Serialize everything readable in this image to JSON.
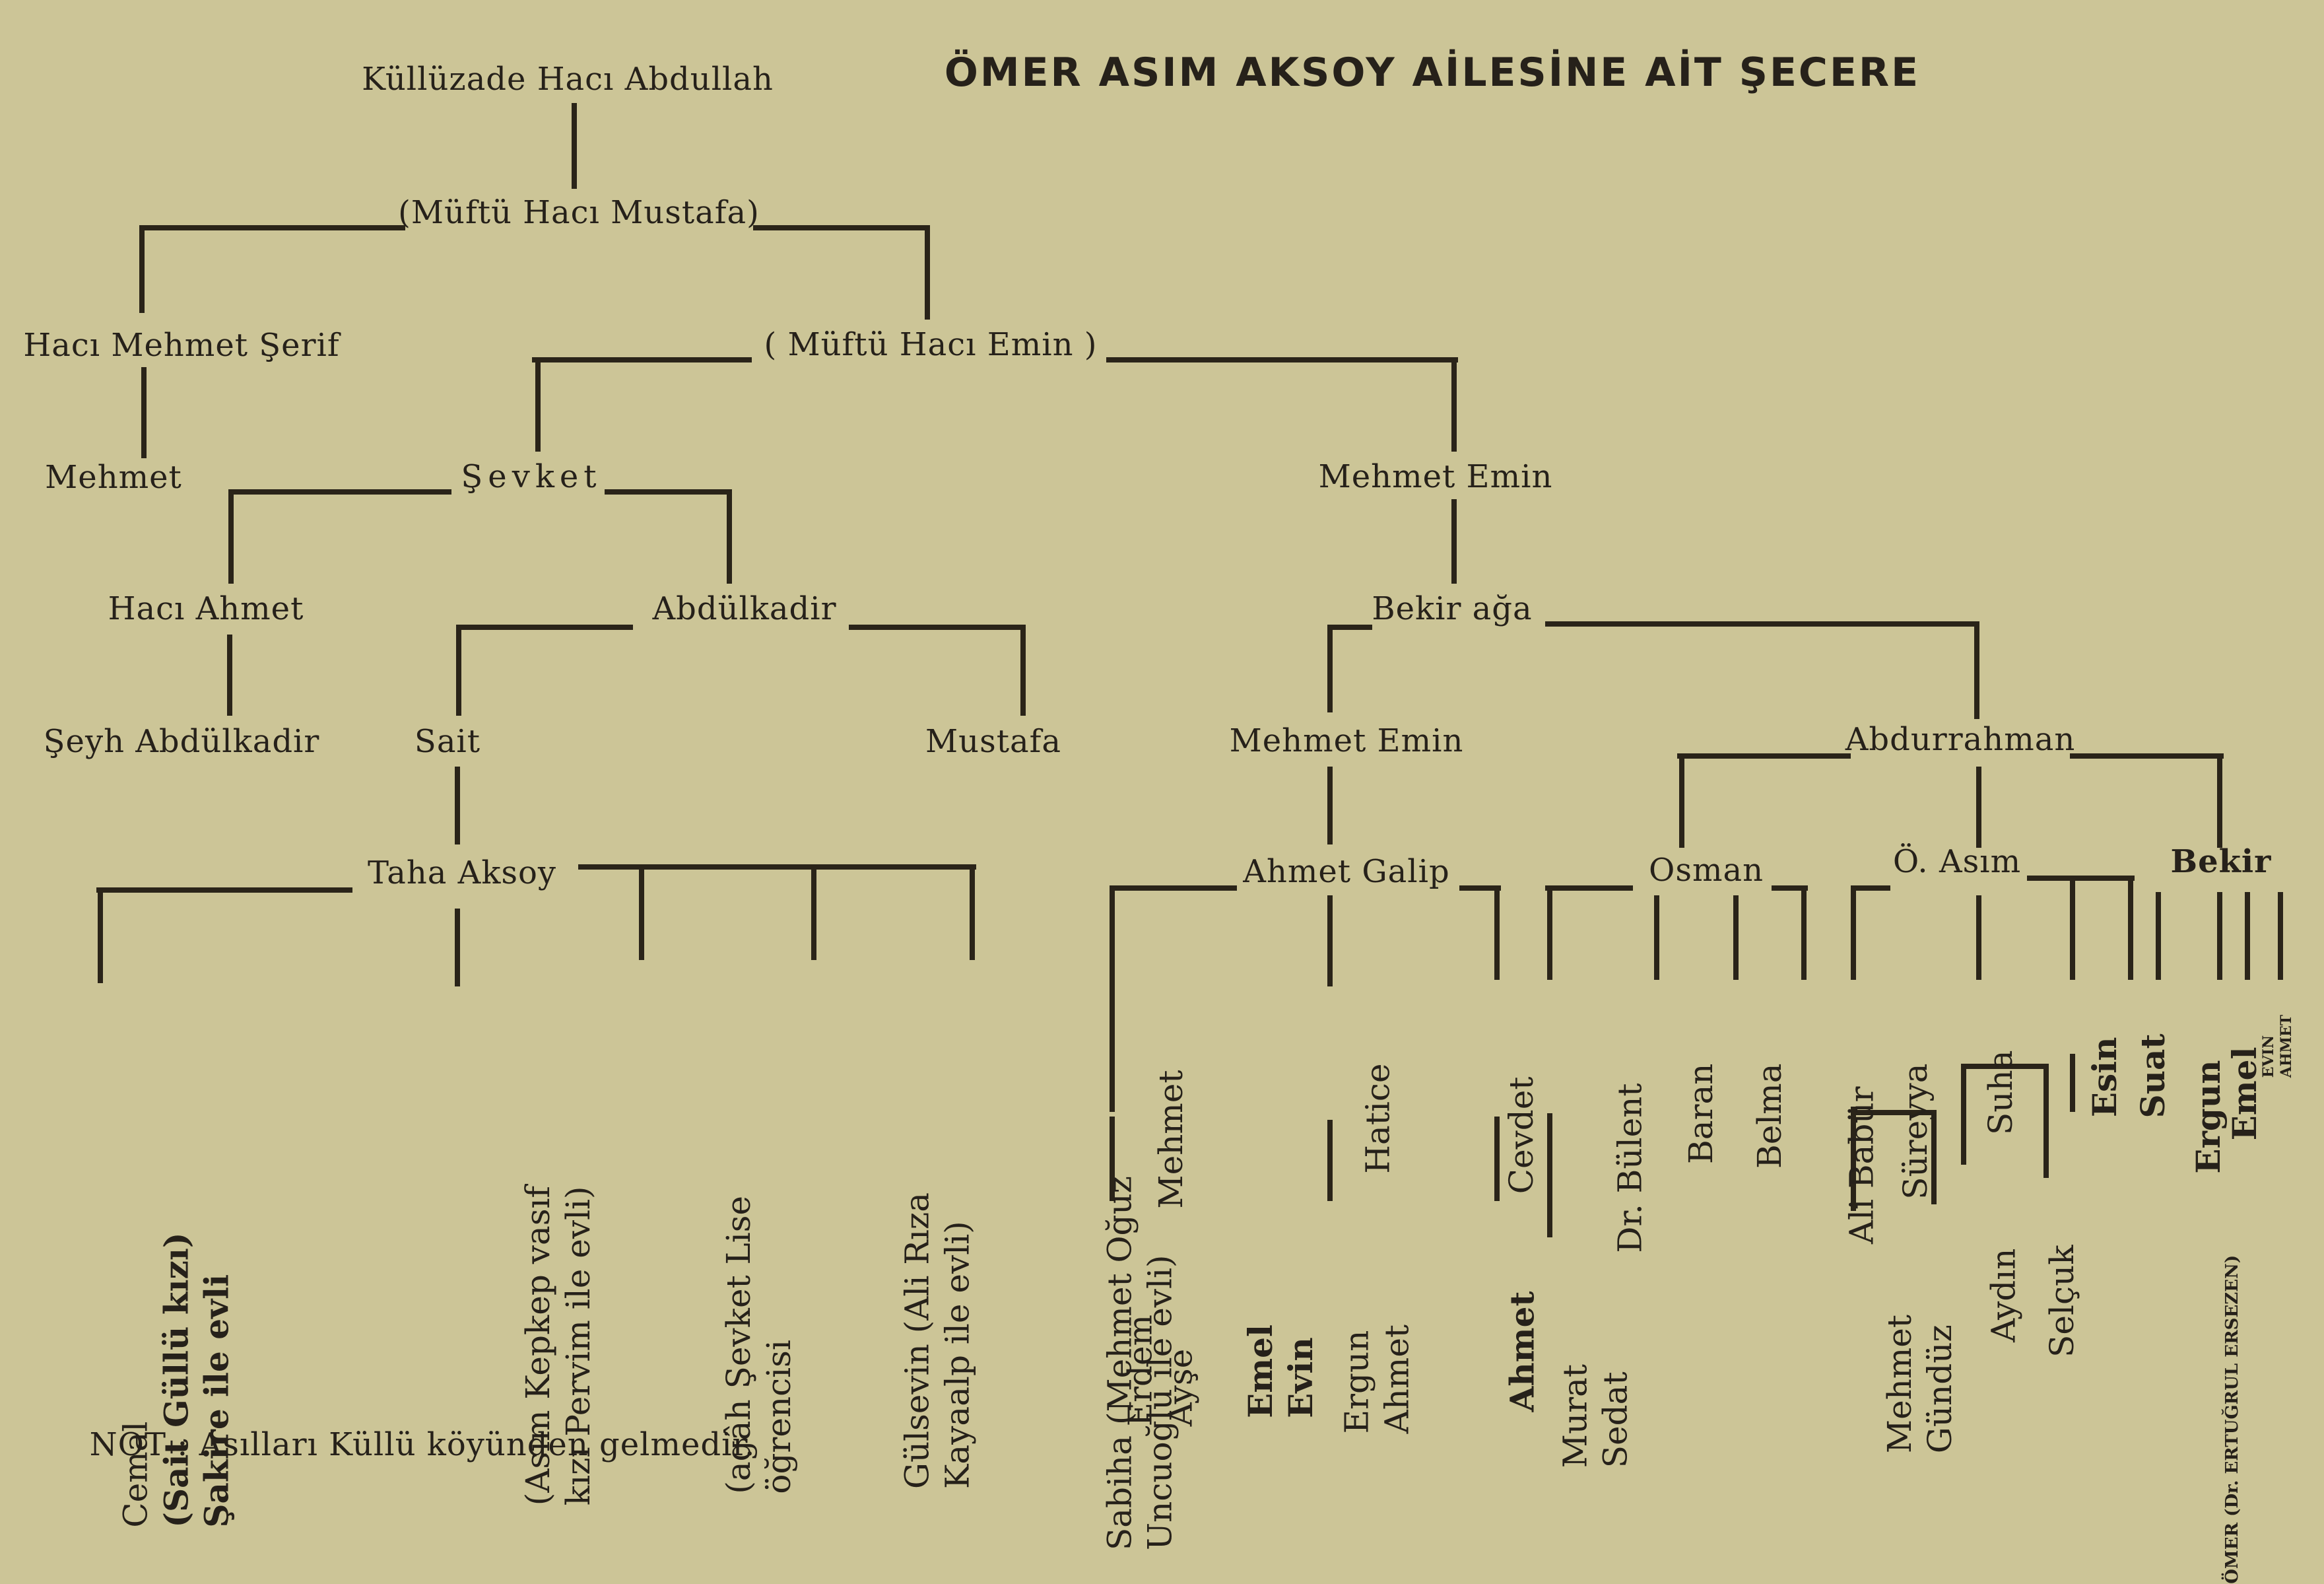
{
  "title": "ÖMER ASIM AKSOY AİLESİNE AİT ŞECERE",
  "note": "NOT : Asılları Küllü köyünden gelmedir.",
  "names": {
    "kulluzade": "Küllüzade Hacı Abdullah",
    "mufti_mustafa": "(Müftü Hacı Mustafa)",
    "mehmet_serif": "Hacı Mehmet Şerif",
    "mufti_emin": "( Müftü Hacı Emin )",
    "mehmet": "Mehmet",
    "sevket": "Şevket",
    "mehmet_emin_1": "Mehmet Emin",
    "haci_ahmet": "Hacı Ahmet",
    "abdulkadir": "Abdülkadir",
    "bekir_aga": "Bekir ağa",
    "seyh_abdulkadir": "Şeyh Abdülkadir",
    "sait": "Sait",
    "mustafa": "Mustafa",
    "mehmet_emin_2": "Mehmet Emin",
    "abdurrahman": "Abdurrahman",
    "taha_aksoy": "Taha Aksoy",
    "ahmet_galip": "Ahmet Galip",
    "osman": "Osman",
    "o_asim": "Ö. Asım",
    "bekir": "Bekir"
  },
  "children": {
    "cemal": [
      "Cemal",
      "(Sait Güllü kızı)",
      "Şakire ile evli"
    ],
    "pervim": [
      "(Asım Kepkep vasıf",
      "kızı Pervim ile evli)"
    ],
    "agah": [
      "(agâh Şevket Lise",
      "öğrencisi"
    ],
    "gulsevin": [
      "Gülsevin (Ali Rıza",
      "Kayaalp ile evli)"
    ],
    "sabiha": [
      "Sabiha (Mehmet Oğuz",
      "Uncuoğlu ile evli)"
    ],
    "mehmet_ag": [
      "Mehmet"
    ],
    "erdem_ayse": [
      "Erdem",
      "Ayşe"
    ],
    "hatice": [
      "Hatice"
    ],
    "emel_evin": [
      "Emel",
      "Evin"
    ],
    "ergun_ahmet": [
      "Ergun",
      "Ahmet"
    ],
    "cevdet": [
      "Cevdet"
    ],
    "ahmet_c": [
      "Ahmet"
    ],
    "dr_bulent": [
      "Dr. Bülent"
    ],
    "murat_sedat": [
      "Murat",
      "Sedat"
    ],
    "baran": [
      "Baran"
    ],
    "belma": [
      "Belma"
    ],
    "ali_babur": [
      "Ali Babür"
    ],
    "sureyya": [
      "Süreyya"
    ],
    "mehmet_gunduz": [
      "Mehmet",
      "Gündüz"
    ],
    "suha": [
      "Suha"
    ],
    "aydin": [
      "Aydın"
    ],
    "selcuk": [
      "Selçuk"
    ],
    "esin": [
      "Esin"
    ],
    "omer_ersezen": [
      "ÖMER (Dr. ERTUĞRUL ERSEZEN)"
    ],
    "suat": [
      "Suat"
    ],
    "ergun_b": [
      "Ergun"
    ],
    "emel_b": [
      "Emel"
    ],
    "evin_ahmet": [
      "EVIN",
      "AHMET"
    ]
  }
}
